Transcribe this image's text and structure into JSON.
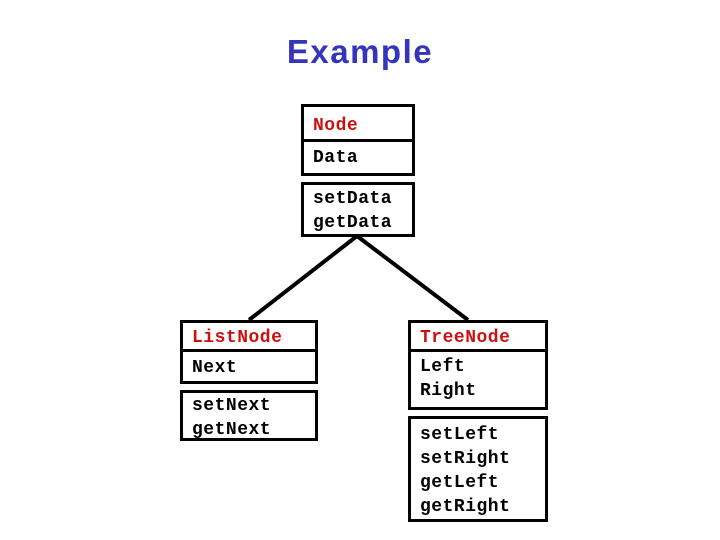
{
  "slide": {
    "title": "Example"
  },
  "colors": {
    "background": "#ffffff",
    "title": "#3535bb",
    "class_name": "#cc1111",
    "text": "#000000",
    "border": "#000000"
  },
  "diagram": {
    "parent_class": {
      "name": "Node",
      "attributes": [
        "Data"
      ],
      "methods": [
        "setData",
        "getData"
      ]
    },
    "child_classes": [
      {
        "name": "ListNode",
        "attributes": [
          "Next"
        ],
        "methods": [
          "setNext",
          "getNext"
        ]
      },
      {
        "name": "TreeNode",
        "attributes": [
          "Left",
          "Right"
        ],
        "methods": [
          "setLeft",
          "setRight",
          "getLeft",
          "getRight"
        ]
      }
    ],
    "relationships": [
      {
        "from": "Node",
        "to": "ListNode"
      },
      {
        "from": "Node",
        "to": "TreeNode"
      }
    ]
  }
}
